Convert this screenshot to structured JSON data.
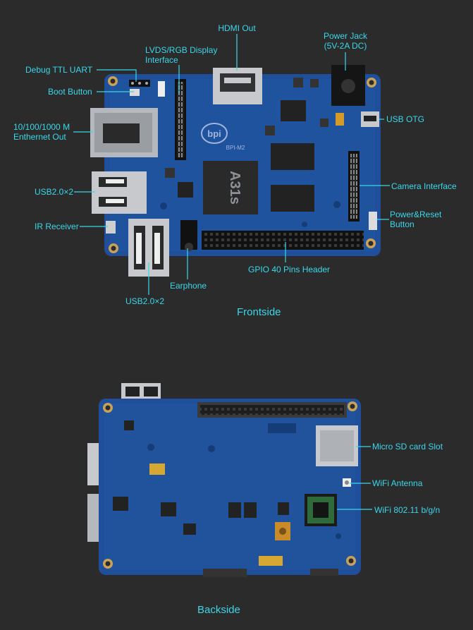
{
  "front": {
    "title": "Frontside",
    "labels": {
      "hdmi": "HDMI Out",
      "power_jack_1": "Power Jack",
      "power_jack_2": "(5V-2A DC)",
      "lvds_1": "LVDS/RGB Display",
      "lvds_2": "Interface",
      "debug": "Debug TTL UART",
      "boot": "Boot Button",
      "usb_otg": "USB OTG",
      "eth_1": "10/100/1000 M",
      "eth_2": "Enthernet Out",
      "camera": "Camera Interface",
      "usb_left": "USB2.0×2",
      "power_reset_1": "Power&Reset",
      "power_reset_2": "Button",
      "ir": "IR Receiver",
      "gpio": "GPIO 40 Pins Header",
      "earphone": "Earphone",
      "usb_bottom": "USB2.0×2"
    },
    "chip_text": "A31s",
    "logo_text": "bpi",
    "model_text": "BPI-M2"
  },
  "back": {
    "title": "Backside",
    "labels": {
      "sd": "Micro SD card Slot",
      "antenna": "WiFi Antenna",
      "wifi": "WiFi 802.11 b/g/n"
    }
  },
  "colors": {
    "background": "#2b2b2b",
    "label": "#3ad7ea",
    "board": "#1f4f9a",
    "board_dark": "#163c78",
    "pad": "#c9a25a",
    "metal": "#b9bcc0"
  }
}
